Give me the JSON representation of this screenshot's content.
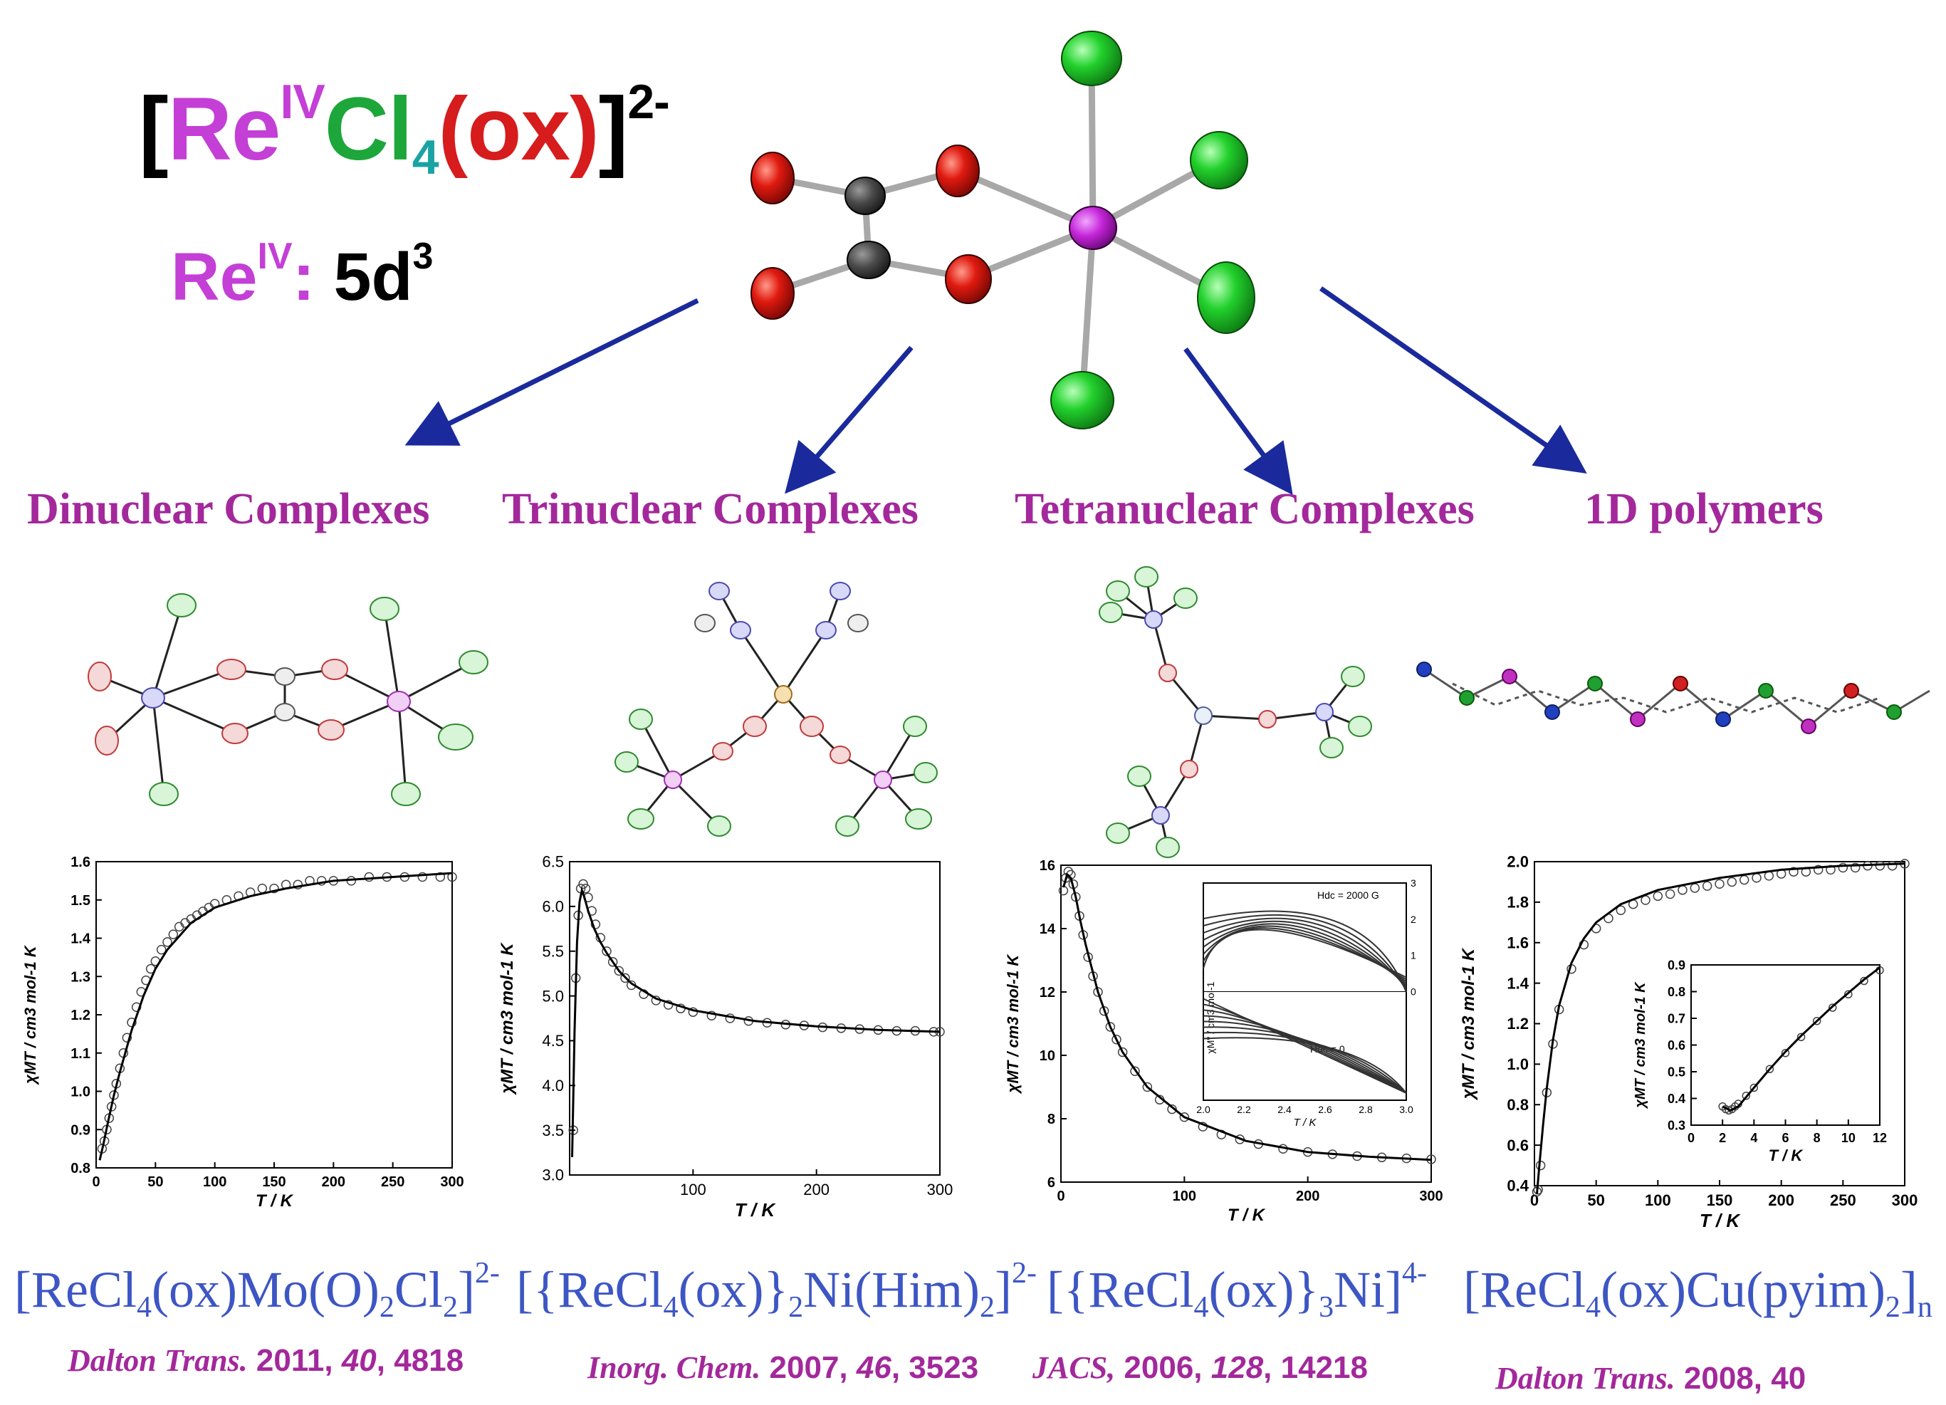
{
  "title": {
    "open": "[",
    "re": "Re",
    "ox_state": "IV",
    "cl": "Cl",
    "cl_count": "4",
    "ox_open": "(",
    "ox": "ox",
    "ox_close": ")",
    "close": "]",
    "charge": "2-"
  },
  "configuration": {
    "re": "Re",
    "ox_state": "IV",
    "colon": ": ",
    "shell": "5d",
    "electrons": "3"
  },
  "colors": {
    "rhenium": "#c43fd6",
    "chlorine": "#1da63a",
    "chlorine_sub": "#1aa3a3",
    "oxygen": "#d61c1c",
    "category": "#a3289b",
    "formula": "#3d56c4",
    "arrow": "#1a2a9c"
  },
  "categories": [
    {
      "label": "Dinuclear Complexes"
    },
    {
      "label": "Trinuclear Complexes"
    },
    {
      "label": "Tetranuclear Complexes"
    },
    {
      "label": "1D polymers"
    }
  ],
  "compounds": [
    {
      "parts": [
        "[ReCl",
        "4",
        "(ox)Mo(O)",
        "2",
        "Cl",
        "2",
        "]",
        "2-"
      ],
      "ref": {
        "journal": "Dalton Trans.",
        "year": "2011",
        "volume": "40",
        "page": "4818"
      }
    },
    {
      "parts": [
        "[{ReCl",
        "4",
        "(ox)}",
        "2",
        "Ni(Him)",
        "2",
        "]",
        "2-"
      ],
      "ref": {
        "journal": "Inorg. Chem.",
        "year": "2007",
        "volume": "46",
        "page": "3523"
      }
    },
    {
      "parts": [
        "[{ReCl",
        "4",
        "(ox)}",
        "3",
        "Ni]",
        "4-"
      ],
      "ref": {
        "journal": "JACS,",
        "year": "2006",
        "volume": "128",
        "page": "14218"
      }
    },
    {
      "parts": [
        "[ReCl",
        "4",
        "(ox)Cu(pyim)",
        "2",
        "]",
        "n"
      ],
      "ref": {
        "journal": "Dalton Trans.",
        "year": "2008",
        "volume": "40",
        "page": ""
      }
    }
  ],
  "chart_data": [
    {
      "type": "scatter",
      "title": "",
      "xlabel": "T / K",
      "ylabel": "χMT / cm3 mol-1 K",
      "xlim": [
        0,
        300
      ],
      "ylim": [
        0.8,
        1.6
      ],
      "xticks": [
        "0",
        "50",
        "100",
        "150",
        "200",
        "250",
        "300"
      ],
      "yticks": [
        "0.8",
        "0.9",
        "1.0",
        "1.1",
        "1.2",
        "1.3",
        "1.4",
        "1.5",
        "1.6"
      ],
      "series": [
        {
          "kind": "points",
          "x": [
            5,
            7,
            9,
            11,
            13,
            15,
            17,
            20,
            23,
            26,
            30,
            34,
            38,
            42,
            46,
            50,
            55,
            60,
            65,
            70,
            75,
            80,
            85,
            90,
            95,
            100,
            110,
            120,
            130,
            140,
            150,
            160,
            170,
            180,
            190,
            200,
            215,
            230,
            245,
            260,
            275,
            290,
            300
          ],
          "y": [
            0.85,
            0.87,
            0.9,
            0.93,
            0.96,
            0.99,
            1.02,
            1.06,
            1.1,
            1.14,
            1.18,
            1.22,
            1.26,
            1.29,
            1.32,
            1.34,
            1.37,
            1.39,
            1.41,
            1.43,
            1.44,
            1.45,
            1.46,
            1.47,
            1.48,
            1.49,
            1.5,
            1.51,
            1.52,
            1.53,
            1.53,
            1.54,
            1.54,
            1.55,
            1.55,
            1.55,
            1.55,
            1.56,
            1.56,
            1.56,
            1.56,
            1.56,
            1.56
          ]
        },
        {
          "kind": "fit",
          "x": [
            3,
            6,
            10,
            15,
            20,
            30,
            40,
            50,
            60,
            80,
            100,
            130,
            160,
            200,
            250,
            300
          ],
          "y": [
            0.82,
            0.86,
            0.92,
            0.99,
            1.05,
            1.16,
            1.25,
            1.32,
            1.37,
            1.44,
            1.48,
            1.51,
            1.53,
            1.55,
            1.56,
            1.57
          ]
        }
      ]
    },
    {
      "type": "scatter",
      "title": "",
      "xlabel": "T / K",
      "ylabel": "χMT / cm3 mol-1 K",
      "xlim": [
        0,
        300
      ],
      "ylim": [
        3.0,
        6.5
      ],
      "xticks": [
        "100",
        "200",
        "300"
      ],
      "xtickvals": [
        100,
        200,
        300
      ],
      "yticks": [
        "3.0",
        "3.5",
        "4.0",
        "4.5",
        "5.0",
        "5.5",
        "6.0",
        "6.5"
      ],
      "series": [
        {
          "kind": "points",
          "x": [
            3,
            5,
            7,
            9,
            11,
            13,
            15,
            18,
            21,
            25,
            30,
            35,
            40,
            45,
            50,
            60,
            70,
            80,
            90,
            100,
            115,
            130,
            145,
            160,
            175,
            190,
            205,
            220,
            235,
            250,
            265,
            280,
            295,
            300
          ],
          "y": [
            3.5,
            5.2,
            5.9,
            6.2,
            6.25,
            6.2,
            6.1,
            5.95,
            5.8,
            5.65,
            5.5,
            5.38,
            5.28,
            5.2,
            5.12,
            5.02,
            4.95,
            4.9,
            4.86,
            4.82,
            4.78,
            4.75,
            4.72,
            4.7,
            4.68,
            4.67,
            4.65,
            4.64,
            4.63,
            4.62,
            4.61,
            4.61,
            4.6,
            4.6
          ]
        },
        {
          "kind": "fit",
          "x": [
            2,
            4,
            6,
            8,
            10,
            12,
            15,
            20,
            25,
            30,
            40,
            50,
            70,
            100,
            150,
            200,
            250,
            300
          ],
          "y": [
            3.2,
            4.6,
            5.6,
            6.05,
            6.18,
            6.1,
            5.95,
            5.75,
            5.6,
            5.48,
            5.28,
            5.14,
            4.97,
            4.84,
            4.72,
            4.66,
            4.62,
            4.6
          ]
        }
      ]
    },
    {
      "type": "scatter",
      "title": "",
      "xlabel": "T / K",
      "ylabel": "χMT / cm3 mol-1 K",
      "xlim": [
        0,
        300
      ],
      "ylim": [
        6,
        16
      ],
      "xticks": [
        "0",
        "100",
        "200",
        "300"
      ],
      "yticks": [
        "6",
        "8",
        "10",
        "12",
        "14",
        "16"
      ],
      "series": [
        {
          "kind": "points",
          "x": [
            2,
            4,
            6,
            8,
            10,
            12,
            15,
            18,
            22,
            26,
            30,
            35,
            40,
            45,
            50,
            60,
            70,
            80,
            90,
            100,
            115,
            130,
            145,
            160,
            180,
            200,
            220,
            240,
            260,
            280,
            300
          ],
          "y": [
            15.2,
            15.6,
            15.8,
            15.7,
            15.4,
            15.0,
            14.4,
            13.8,
            13.1,
            12.5,
            12.0,
            11.4,
            10.9,
            10.5,
            10.1,
            9.5,
            9.0,
            8.6,
            8.3,
            8.05,
            7.75,
            7.5,
            7.35,
            7.2,
            7.05,
            6.95,
            6.88,
            6.82,
            6.78,
            6.75,
            6.72
          ]
        },
        {
          "kind": "fit",
          "x": [
            2,
            5,
            8,
            12,
            16,
            20,
            30,
            40,
            50,
            70,
            100,
            150,
            200,
            250,
            300
          ],
          "y": [
            15.3,
            15.7,
            15.6,
            15.0,
            14.2,
            13.5,
            12.0,
            10.9,
            10.1,
            9.0,
            8.05,
            7.3,
            6.95,
            6.8,
            6.7
          ]
        }
      ],
      "inset": {
        "xlabel": "T / K",
        "ylabel": "χM\" / cm3 mol-1",
        "xticks": [
          "2.0",
          "2.2",
          "2.4",
          "2.6",
          "2.8",
          "3.0"
        ],
        "yticks_right": [
          "0",
          "1",
          "2",
          "3"
        ],
        "annotation_top": "Hdc = 2000 G",
        "annotation_bottom": "Hdc = 0"
      }
    },
    {
      "type": "scatter",
      "title": "",
      "xlabel": "T / K",
      "ylabel": "χMT / cm3 mol-1 K",
      "xlim": [
        0,
        300
      ],
      "ylim": [
        0.4,
        2.0
      ],
      "xticks": [
        "0",
        "50",
        "100",
        "150",
        "200",
        "250",
        "300"
      ],
      "yticks": [
        "0.4",
        "0.6",
        "0.8",
        "1.0",
        "1.2",
        "1.4",
        "1.6",
        "1.8",
        "2.0"
      ],
      "series": [
        {
          "kind": "points",
          "x": [
            2,
            3,
            5,
            10,
            15,
            20,
            30,
            40,
            50,
            60,
            70,
            80,
            90,
            100,
            110,
            120,
            130,
            140,
            150,
            160,
            170,
            180,
            190,
            200,
            210,
            220,
            230,
            240,
            250,
            260,
            270,
            280,
            290,
            300
          ],
          "y": [
            0.37,
            0.38,
            0.5,
            0.86,
            1.1,
            1.27,
            1.47,
            1.59,
            1.67,
            1.72,
            1.76,
            1.79,
            1.81,
            1.83,
            1.84,
            1.86,
            1.87,
            1.88,
            1.89,
            1.9,
            1.91,
            1.92,
            1.93,
            1.94,
            1.95,
            1.95,
            1.96,
            1.96,
            1.97,
            1.97,
            1.98,
            1.98,
            1.98,
            1.99
          ]
        },
        {
          "kind": "fit",
          "x": [
            2,
            4,
            7,
            10,
            15,
            20,
            30,
            40,
            50,
            70,
            100,
            150,
            200,
            250,
            300
          ],
          "y": [
            0.36,
            0.5,
            0.7,
            0.88,
            1.12,
            1.29,
            1.5,
            1.62,
            1.7,
            1.79,
            1.86,
            1.92,
            1.96,
            1.98,
            1.99
          ]
        }
      ],
      "inset": {
        "xlabel": "T / K",
        "ylabel": "χMT / cm3 mol-1 K",
        "xlim": [
          0,
          12
        ],
        "ylim": [
          0.3,
          0.9
        ],
        "xticks": [
          "0",
          "2",
          "4",
          "6",
          "8",
          "10",
          "12"
        ],
        "yticks": [
          "0.3",
          "0.4",
          "0.5",
          "0.6",
          "0.7",
          "0.8",
          "0.9"
        ],
        "series": [
          {
            "kind": "points",
            "x": [
              2.0,
              2.2,
              2.4,
              2.6,
              2.8,
              3.0,
              3.5,
              4,
              5,
              6,
              7,
              8,
              9,
              10,
              11,
              12
            ],
            "y": [
              0.37,
              0.36,
              0.355,
              0.36,
              0.37,
              0.38,
              0.41,
              0.44,
              0.51,
              0.57,
              0.63,
              0.69,
              0.74,
              0.79,
              0.84,
              0.88
            ]
          },
          {
            "kind": "fit",
            "x": [
              2,
              2.5,
              3,
              3.5,
              4,
              5,
              6,
              7,
              8,
              9,
              10,
              11,
              12
            ],
            "y": [
              0.37,
              0.355,
              0.37,
              0.405,
              0.44,
              0.51,
              0.575,
              0.635,
              0.69,
              0.745,
              0.795,
              0.845,
              0.89
            ]
          }
        ]
      }
    }
  ]
}
